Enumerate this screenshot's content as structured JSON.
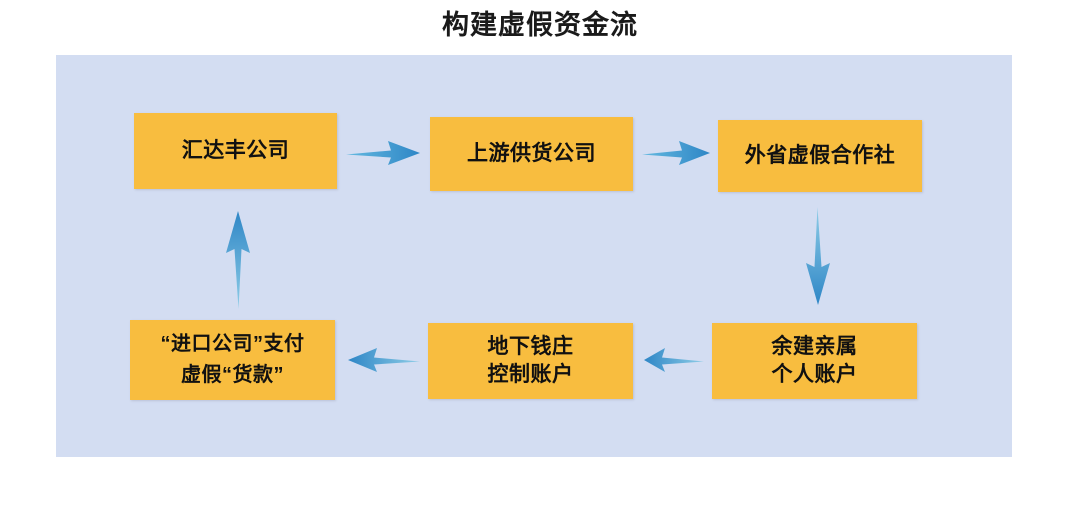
{
  "title": "构建虚假资金流",
  "colors": {
    "panel_background": "#d3ddf2",
    "node_fill": "#f8bd3f",
    "node_text": "#111111",
    "arrow_dark": "#2e86c6",
    "arrow_light": "#7fcbe4",
    "page_background": "#ffffff",
    "title_text": "#1a1a1a"
  },
  "diagram": {
    "type": "flowchart",
    "layout": "two-row cycle, clockwise from top-left",
    "nodes": [
      {
        "id": "huidafeng",
        "line1": "汇达丰公司",
        "line2": "",
        "row": "top",
        "column": 1
      },
      {
        "id": "supplier",
        "line1": "上游供货公司",
        "line2": "",
        "row": "top",
        "column": 2
      },
      {
        "id": "coop",
        "line1": "外省虚假合作社",
        "line2": "",
        "row": "top",
        "column": 3
      },
      {
        "id": "relatives",
        "line1": "余建亲属",
        "line2": "个人账户",
        "row": "bottom",
        "column": 3
      },
      {
        "id": "underground",
        "line1": "地下钱庄",
        "line2": "控制账户",
        "row": "bottom",
        "column": 2
      },
      {
        "id": "importpay",
        "line1": "“进口公司”支付",
        "line2": "虚假“货款”",
        "row": "bottom",
        "column": 1
      }
    ],
    "arrows": [
      {
        "id": "huidafeng-supplier",
        "from": "huidafeng",
        "to": "supplier",
        "direction": "right"
      },
      {
        "id": "supplier-coop",
        "from": "supplier",
        "to": "coop",
        "direction": "right"
      },
      {
        "id": "coop-relatives",
        "from": "coop",
        "to": "relatives",
        "direction": "down"
      },
      {
        "id": "relatives-under",
        "from": "relatives",
        "to": "underground",
        "direction": "left"
      },
      {
        "id": "under-importpay",
        "from": "underground",
        "to": "importpay",
        "direction": "left"
      },
      {
        "id": "importpay-huidafeng",
        "from": "importpay",
        "to": "huidafeng",
        "direction": "up"
      }
    ]
  }
}
